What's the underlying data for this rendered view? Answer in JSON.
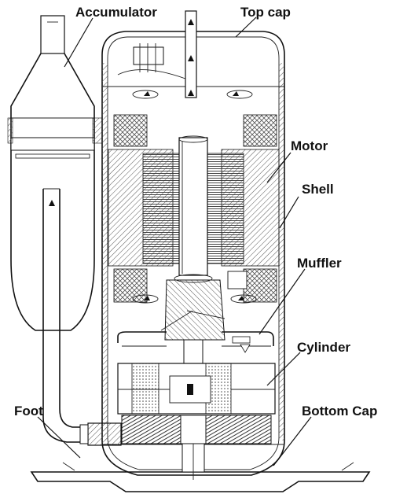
{
  "labels": {
    "accumulator": "Accumulator",
    "top_cap": "Top cap",
    "motor": "Motor",
    "shell": "Shell",
    "muffler": "Muffler",
    "cylinder": "Cylinder",
    "foot": "Foot",
    "bottom_cap": "Bottom Cap"
  },
  "colors": {
    "line": "#111111",
    "hatch": "#555555",
    "dark_hatch": "#333333",
    "background": "#ffffff"
  }
}
